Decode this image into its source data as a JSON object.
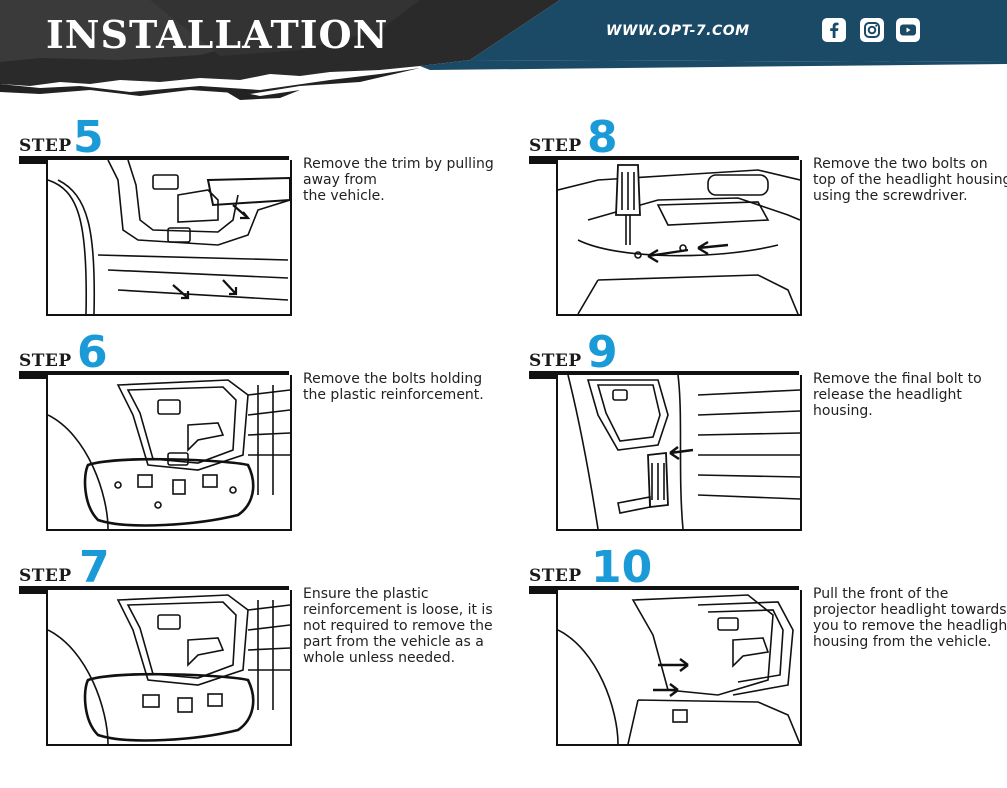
{
  "header": {
    "title": "INSTALLATION",
    "website": "WWW.OPT-7.COM",
    "social": [
      "facebook-icon",
      "instagram-icon",
      "youtube-icon"
    ],
    "brand_color": "#1b4a66",
    "accent_color": "#1a9bd7"
  },
  "steps": [
    {
      "word": "STEP",
      "number": "5",
      "text": "Remove the trim by pulling away from\nthe vehicle."
    },
    {
      "word": "STEP",
      "number": "6",
      "text": "Remove the bolts holding the plastic reinforcement."
    },
    {
      "word": "STEP",
      "number": "7",
      "text": "Ensure the plastic reinforcement is loose, it is not required to remove the part from the vehicle as a whole unless needed."
    },
    {
      "word": "STEP",
      "number": "8",
      "text": "Remove the two bolts on top of the headlight housing using the screwdriver."
    },
    {
      "word": "STEP",
      "number": "9",
      "text": "Remove the final bolt to release the headlight housing."
    },
    {
      "word": "STEP",
      "number": "10",
      "text": "Pull the front of the projector headlight towards you to remove the headlight housing from the vehicle."
    }
  ]
}
